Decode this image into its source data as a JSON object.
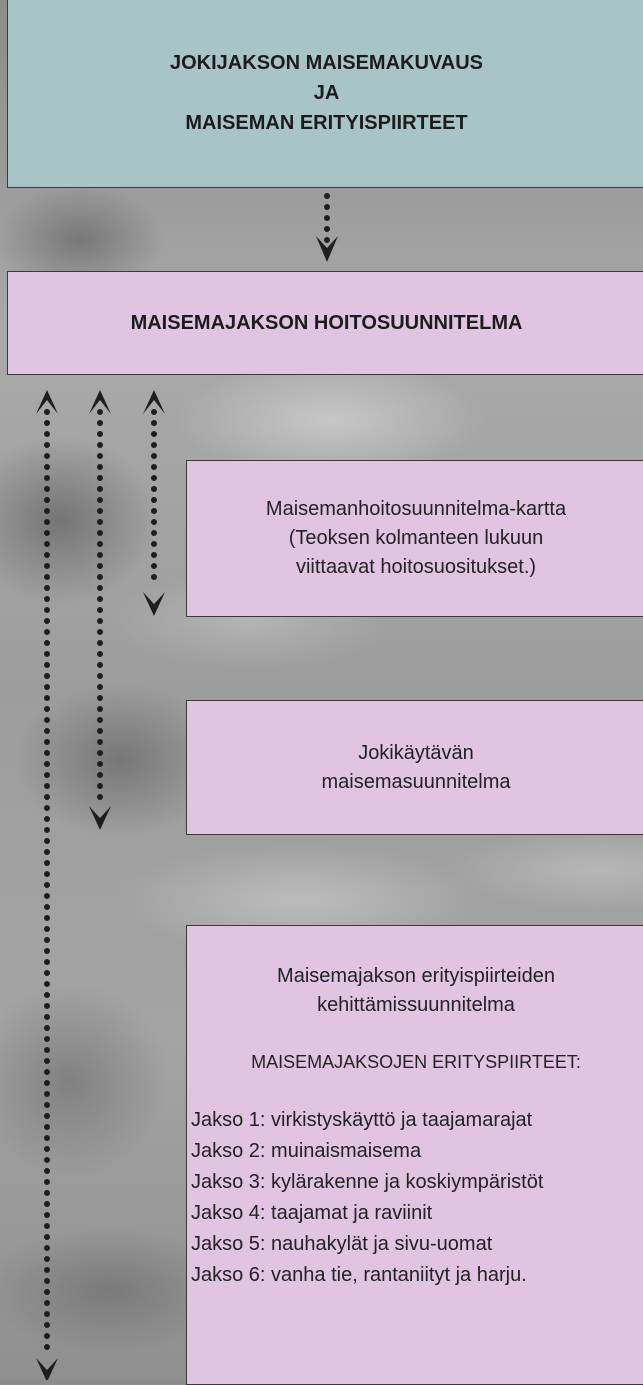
{
  "landscape_description_box": {
    "lines": [
      "JOKIJAKSON MAISEMAKUVAUS",
      "JA",
      "MAISEMAN ERITYISPIIRTEET"
    ],
    "color": "#a9c4c6"
  },
  "management_plan_box": {
    "title": "MAISEMAJAKSON HOITOSUUNNITELMA",
    "color": "#e1c4e2"
  },
  "map_box": {
    "lines": [
      "Maisemanhoitosuunnitelma-kartta",
      "(Teoksen kolmanteen lukuun",
      "viittaavat hoitosuositukset.)"
    ]
  },
  "corridor_box": {
    "lines": [
      "Jokikäytävän",
      "maisemasuunnitelma"
    ]
  },
  "special_features_box": {
    "lines": [
      "Maisemajakson erityispiirteiden",
      "kehittämissuunnitelma"
    ],
    "subheading": "MAISEMAJAKSOJEN ERITYSPIIRTEET:",
    "items": [
      "Jakso 1: virkistyskäyttö ja taajamarajat",
      "Jakso 2: muinaismaisema",
      "Jakso 3: kylärakenne ja koskiympäristöt",
      "Jakso 4: taajamat ja raviinit",
      "Jakso 5: nauhakylät ja sivu-uomat",
      "Jakso 6: vanha tie, rantaniityt ja harju."
    ]
  },
  "arrow_color": "#1e1e1e"
}
